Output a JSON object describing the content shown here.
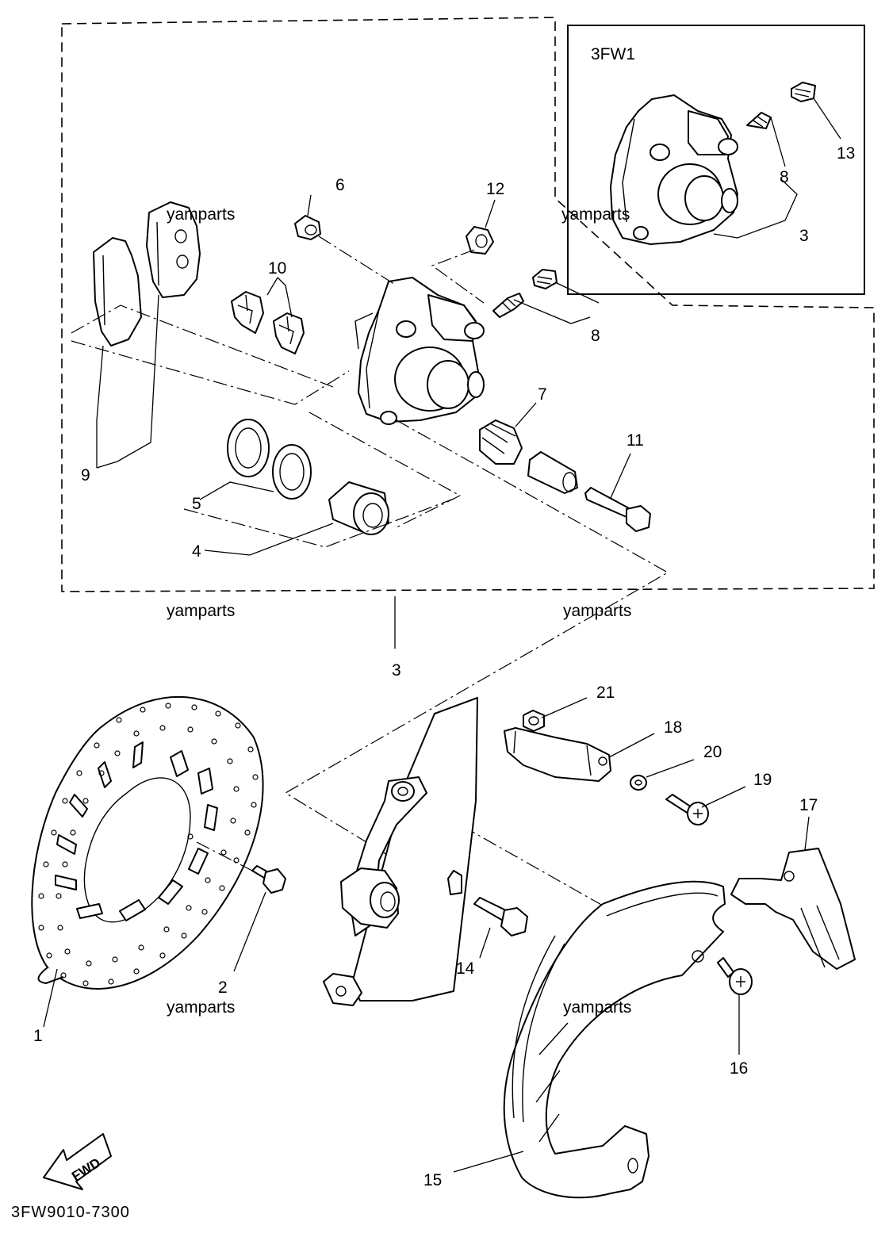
{
  "inset": {
    "label": "3FW1"
  },
  "watermark": "yamparts",
  "callouts": {
    "c1": "1",
    "c2": "2",
    "c3_main": "3",
    "c3_inset": "3",
    "c4": "4",
    "c5": "5",
    "c6": "6",
    "c7": "7",
    "c8_main": "8",
    "c8_inset": "8",
    "c9": "9",
    "c10": "10",
    "c11": "11",
    "c12": "12",
    "c13": "13",
    "c14": "14",
    "c15": "15",
    "c16": "16",
    "c17": "17",
    "c18": "18",
    "c19": "19",
    "c20": "20",
    "c21": "21"
  },
  "fwd_label": "FWD",
  "diagram_code": "3FW9010-7300"
}
